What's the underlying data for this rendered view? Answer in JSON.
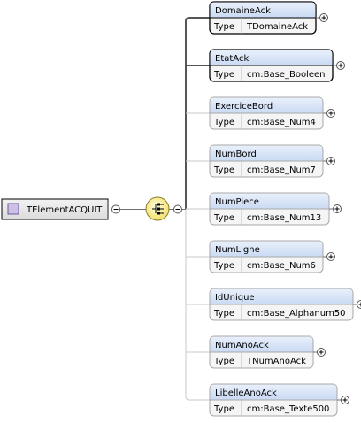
{
  "root": {
    "name": "TElementACQUIT"
  },
  "sequence": {
    "icon": "sequence-compositor-icon"
  },
  "type_label": "Type",
  "elements": [
    {
      "name": "DomaineAck",
      "type": "TDomaineAck",
      "required": true
    },
    {
      "name": "EtatAck",
      "type": "cm:Base_Booleen",
      "required": true
    },
    {
      "name": "ExerciceBord",
      "type": "cm:Base_Num4",
      "required": false
    },
    {
      "name": "NumBord",
      "type": "cm:Base_Num7",
      "required": false
    },
    {
      "name": "NumPiece",
      "type": "cm:Base_Num13",
      "required": false
    },
    {
      "name": "NumLigne",
      "type": "cm:Base_Num6",
      "required": false
    },
    {
      "name": "IdUnique",
      "type": "cm:Base_Alphanum50",
      "required": false
    },
    {
      "name": "NumAnoAck",
      "type": "TNumAnoAck",
      "required": false
    },
    {
      "name": "LibelleAnoAck",
      "type": "cm:Base_Texte500",
      "required": false
    }
  ],
  "colors": {
    "header_fill": "#d7e4f8",
    "body_fill": "#f5f5f5",
    "required_border": "#000000",
    "optional_border": "#a8a8a8",
    "connector": "#707070",
    "sequence_fill": "#fff4a8",
    "root_fill": "#e6e6e6"
  }
}
